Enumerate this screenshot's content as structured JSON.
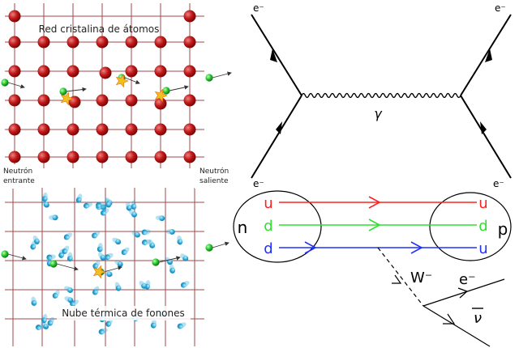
{
  "lattice_panel": {
    "title": "Red cristalina de átomos",
    "left_label_line1": "Neutrón",
    "left_label_line2": "entrante",
    "right_label_line1": "Neutrón",
    "right_label_line2": "saliente",
    "bottom_title": "Nube térmica de fonones",
    "colors": {
      "grid": "#a04848",
      "atom": "#b81414",
      "phonon": "#2aa8d8",
      "neutron": "#22c02a",
      "flash": "#f0c020"
    }
  },
  "feynman_scattering": {
    "top_left": "e⁻",
    "top_right": "e⁻",
    "bottom_left": "e⁻",
    "bottom_right": "e⁻",
    "propagator": "γ"
  },
  "beta_decay": {
    "neutron": "n",
    "proton": "p",
    "left_quarks": [
      "u",
      "d",
      "d"
    ],
    "right_quarks": [
      "u",
      "d",
      "u"
    ],
    "boson": "W⁻",
    "electron": "e⁻",
    "antineutrino": "ν",
    "colors": {
      "u_line": "#ff2020",
      "d_line": "#30e030",
      "d2_line": "#2030ff"
    }
  }
}
